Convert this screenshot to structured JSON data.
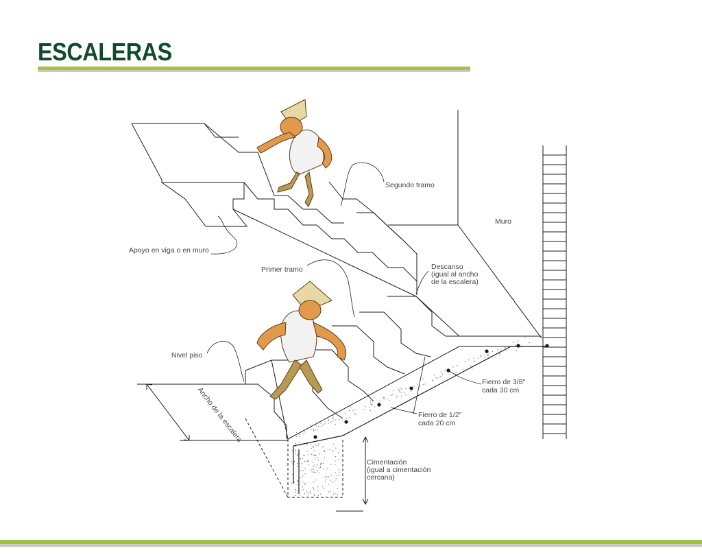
{
  "title": "ESCALERAS",
  "colors": {
    "title": "#0f4a2c",
    "rule_main": "#a3c33f",
    "rule_shadow": "#c9c9c9",
    "line": "#1a1a1a",
    "label": "#444444",
    "person_skin": "#e19a4c",
    "person_shirt": "#f2f2f2",
    "person_hat": "#e8d8a6",
    "person_pants": "#b99a52"
  },
  "labels": {
    "segundo_tramo": "Segundo tramo",
    "muro": "Muro",
    "apoyo": "Apoyo en viga o en muro",
    "primer_tramo": "Primer tramo",
    "descanso_1": "Descanso",
    "descanso_2": "(igual al ancho",
    "descanso_3": "de la escalera)",
    "nivel_piso": "Nivel piso",
    "ancho": "Ancho de la escalera",
    "fierro38_1": "Fierro de 3/8\"",
    "fierro38_2": "cada 30 cm",
    "fierro12_1": "Fierro de 1/2\"",
    "fierro12_2": "cada 20 cm",
    "cim_1": "Cimentación",
    "cim_2": "(igual a cimentación",
    "cim_3": "cercana)"
  },
  "icons": [
    "person-climbing-icon"
  ]
}
